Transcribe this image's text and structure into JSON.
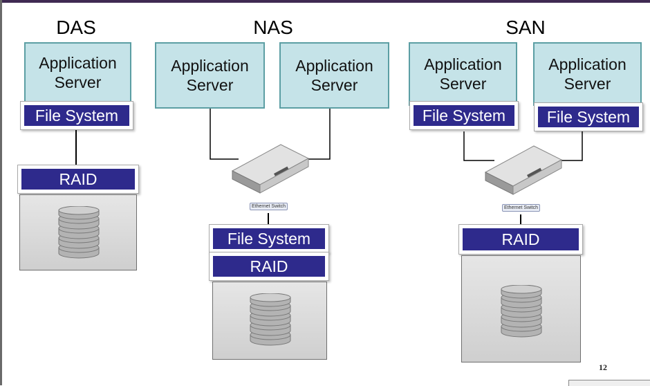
{
  "das": {
    "title": "DAS",
    "app_server": "Application\nServer",
    "file_system": "File System",
    "raid": "RAID"
  },
  "nas": {
    "title": "NAS",
    "app_server_1": "Application\nServer",
    "app_server_2": "Application\nServer",
    "switch_label": "Ethernet Switch",
    "file_system": "File System",
    "raid": "RAID"
  },
  "san": {
    "title": "SAN",
    "app_server_1": "Application\nServer",
    "app_server_2": "Application\nServer",
    "file_system_1": "File System",
    "file_system_2": "File System",
    "switch_label": "Ethernet Switch",
    "raid": "RAID"
  },
  "page_number": "12",
  "colors": {
    "app_fill": "#c5e3e8",
    "app_border": "#5b9ea3",
    "bar_fill": "#2e2a8c",
    "top_bar": "#3f2a52"
  },
  "icons": [
    "disk-stack-icon",
    "network-switch-icon"
  ]
}
